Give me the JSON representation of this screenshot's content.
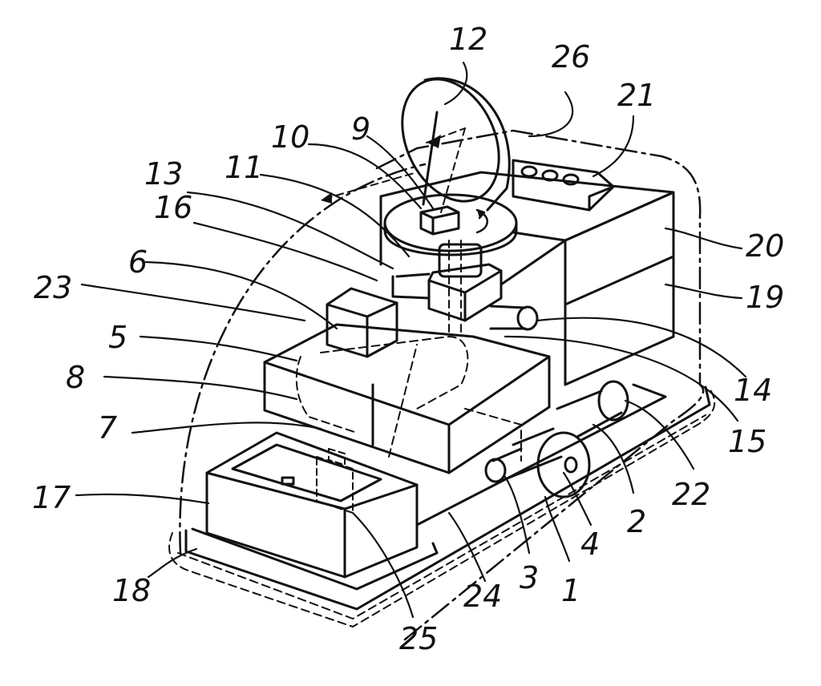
{
  "figure": {
    "ink_color": "#111111",
    "background_color": "#ffffff",
    "reference_numerals": [
      {
        "id": "n1",
        "text": "1"
      },
      {
        "id": "n2",
        "text": "2"
      },
      {
        "id": "n3",
        "text": "3"
      },
      {
        "id": "n4",
        "text": "4"
      },
      {
        "id": "n5",
        "text": "5"
      },
      {
        "id": "n6",
        "text": "6"
      },
      {
        "id": "n7",
        "text": "7"
      },
      {
        "id": "n8",
        "text": "8"
      },
      {
        "id": "n9",
        "text": "9"
      },
      {
        "id": "n10",
        "text": "10"
      },
      {
        "id": "n11",
        "text": "11"
      },
      {
        "id": "n12",
        "text": "12"
      },
      {
        "id": "n13",
        "text": "13"
      },
      {
        "id": "n14",
        "text": "14"
      },
      {
        "id": "n15",
        "text": "15"
      },
      {
        "id": "n16",
        "text": "16"
      },
      {
        "id": "n17",
        "text": "17"
      },
      {
        "id": "n18",
        "text": "18"
      },
      {
        "id": "n19",
        "text": "19"
      },
      {
        "id": "n20",
        "text": "20"
      },
      {
        "id": "n21",
        "text": "21"
      },
      {
        "id": "n22",
        "text": "22"
      },
      {
        "id": "n23",
        "text": "23"
      },
      {
        "id": "n24",
        "text": "24"
      },
      {
        "id": "n25",
        "text": "25"
      },
      {
        "id": "n26",
        "text": "26"
      }
    ]
  }
}
